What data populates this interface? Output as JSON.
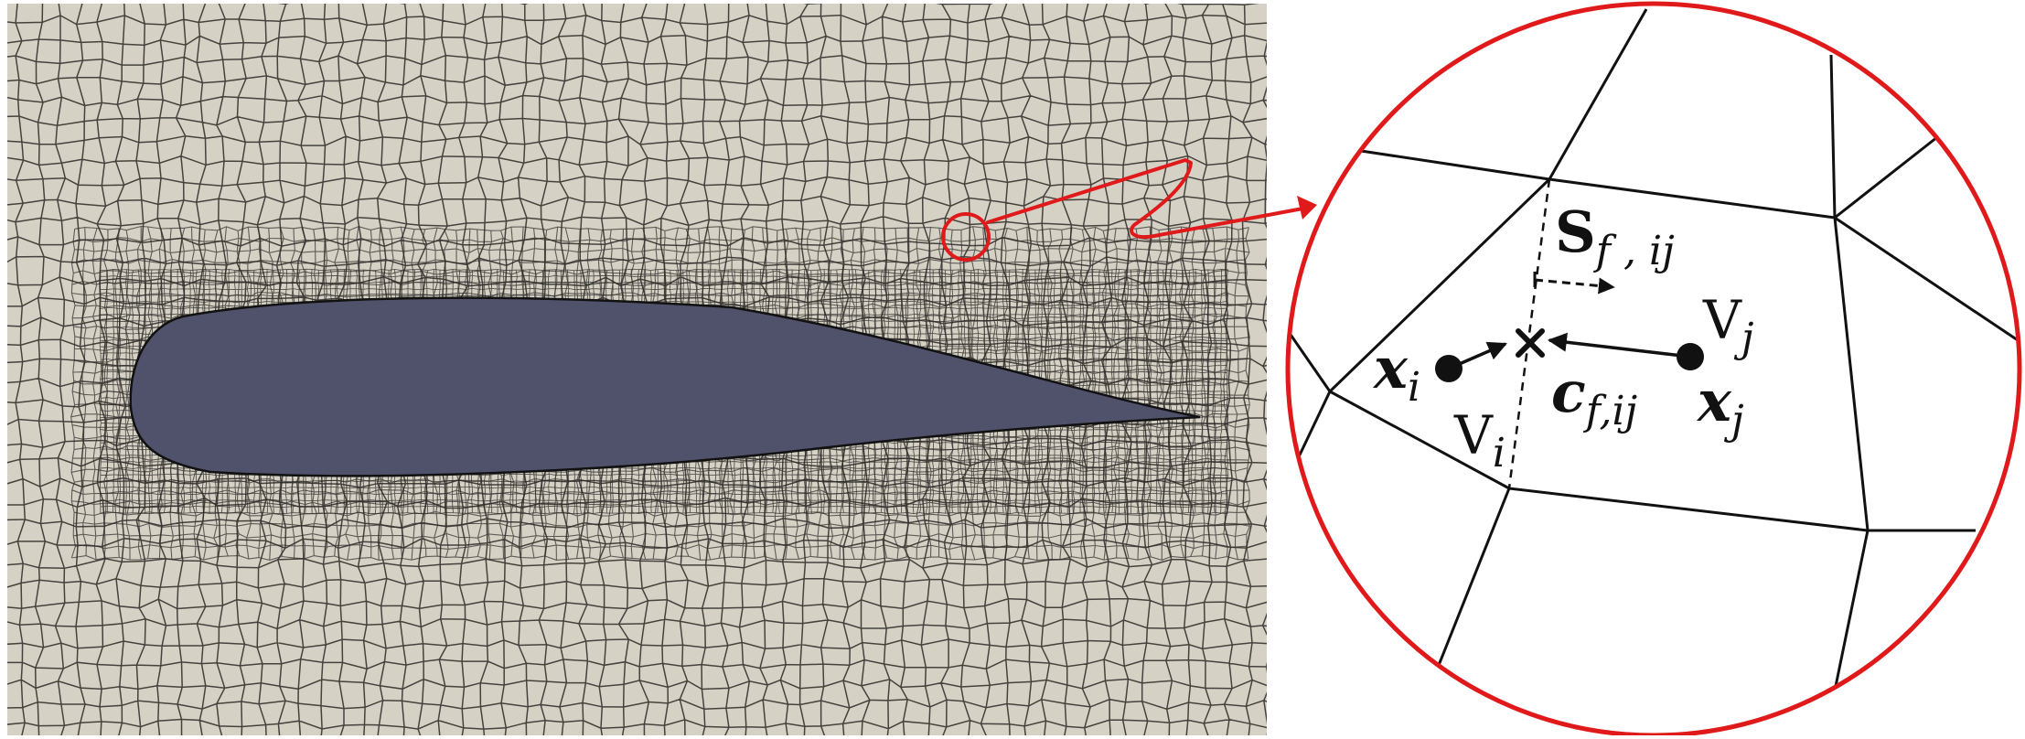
{
  "colors": {
    "mesh_background": "#d5d1c5",
    "mesh_line": "#2b2926",
    "airfoil_fill": "#50526b",
    "highlight": "#e0191b",
    "zoom_background": "#ffffff",
    "annotation": "#111111"
  },
  "icons": {
    "cell_center_marker": "filled-circle",
    "face_centroid_marker": "cross"
  },
  "labels": {
    "S_main": "S",
    "S_sub": "f , ij",
    "c_main": "c",
    "c_sub": "f,ij",
    "xi_main": "x",
    "xi_sub": "i",
    "xj_main": "x",
    "xj_sub": "j",
    "Vi_main": "V",
    "Vi_sub": "i",
    "Vj_main": "V",
    "Vj_sub": "j"
  }
}
